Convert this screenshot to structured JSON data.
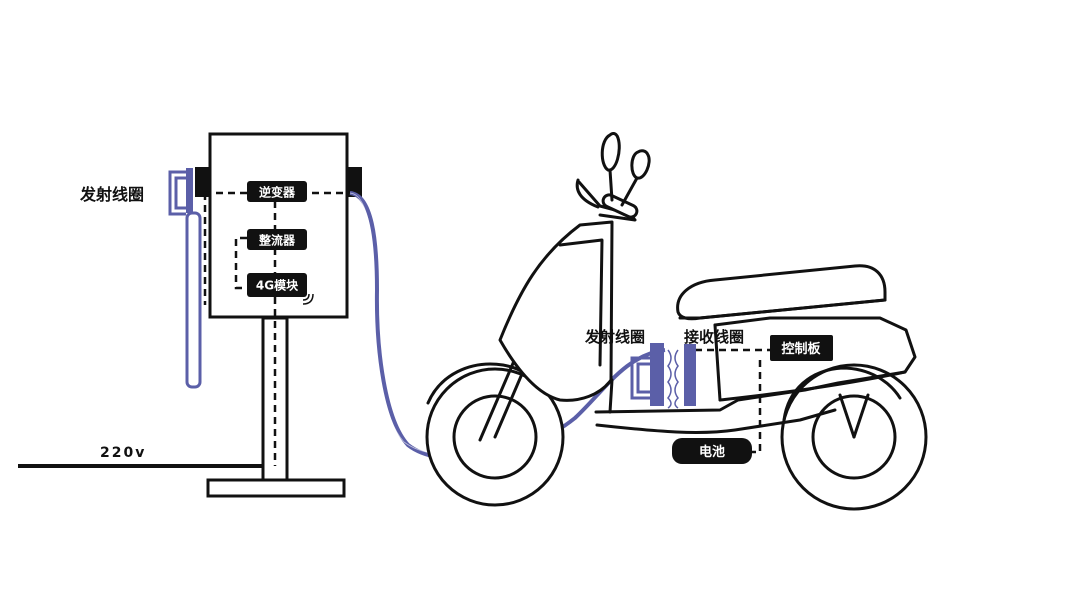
{
  "labels": {
    "transmit_coil_left": "发射线圈",
    "inverter": "逆变器",
    "rectifier": "整流器",
    "module_4g": "4G模块",
    "voltage": "220v",
    "transmit_coil_bike": "发射线圈",
    "receive_coil": "接收线圈",
    "control_board": "控制板",
    "battery": "电池"
  },
  "colors": {
    "line": "#111111",
    "coil_blue": "#5b5fa8",
    "box_fill": "#111111",
    "box_text": "#ffffff",
    "background": "#ffffff"
  }
}
